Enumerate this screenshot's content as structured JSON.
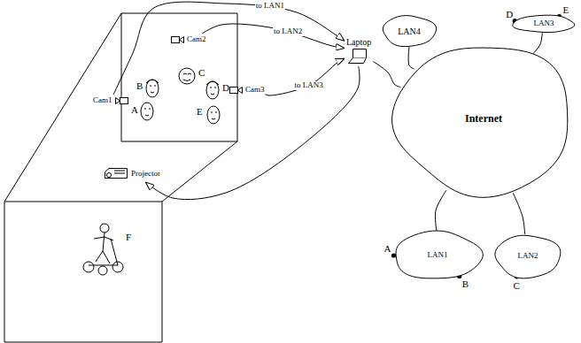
{
  "diagram": {
    "nodes": [
      {
        "text": [
          "Cam1"
        ]
      },
      {
        "text": [
          "Cam2"
        ]
      },
      {
        "text": [
          "Cam3"
        ]
      },
      {
        "text": [
          "Projector"
        ]
      },
      {
        "text": [
          "Laptop"
        ]
      },
      {
        "text": [
          "LAN4"
        ]
      },
      {
        "text": [
          "Internet"
        ]
      },
      {
        "text": [
          "LAN3"
        ]
      },
      {
        "text": [
          "LAN1"
        ]
      },
      {
        "text": [
          "LAN2"
        ]
      }
    ],
    "edges": [
      {
        "from": 0,
        "to": 4,
        "label": "to LAN1",
        "arrow": "to"
      },
      {
        "from": 1,
        "to": 4,
        "label": "to LAN2",
        "arrow": "to"
      },
      {
        "from": 2,
        "to": 4,
        "label": "to LAN3",
        "arrow": "to"
      },
      {
        "from": 4,
        "to": 3,
        "arrow": "to"
      },
      {
        "from": 4,
        "to": 6,
        "arrow": "none"
      },
      {
        "from": 6,
        "to": 5,
        "arrow": "none"
      },
      {
        "from": 6,
        "to": 7,
        "arrow": "none"
      },
      {
        "from": 6,
        "to": 8,
        "arrow": "none"
      },
      {
        "from": 6,
        "to": 9,
        "arrow": "none"
      }
    ],
    "labels": [
      "A",
      "B",
      "C",
      "D",
      "E",
      "F",
      "A",
      "B",
      "C",
      "D",
      "E"
    ]
  }
}
